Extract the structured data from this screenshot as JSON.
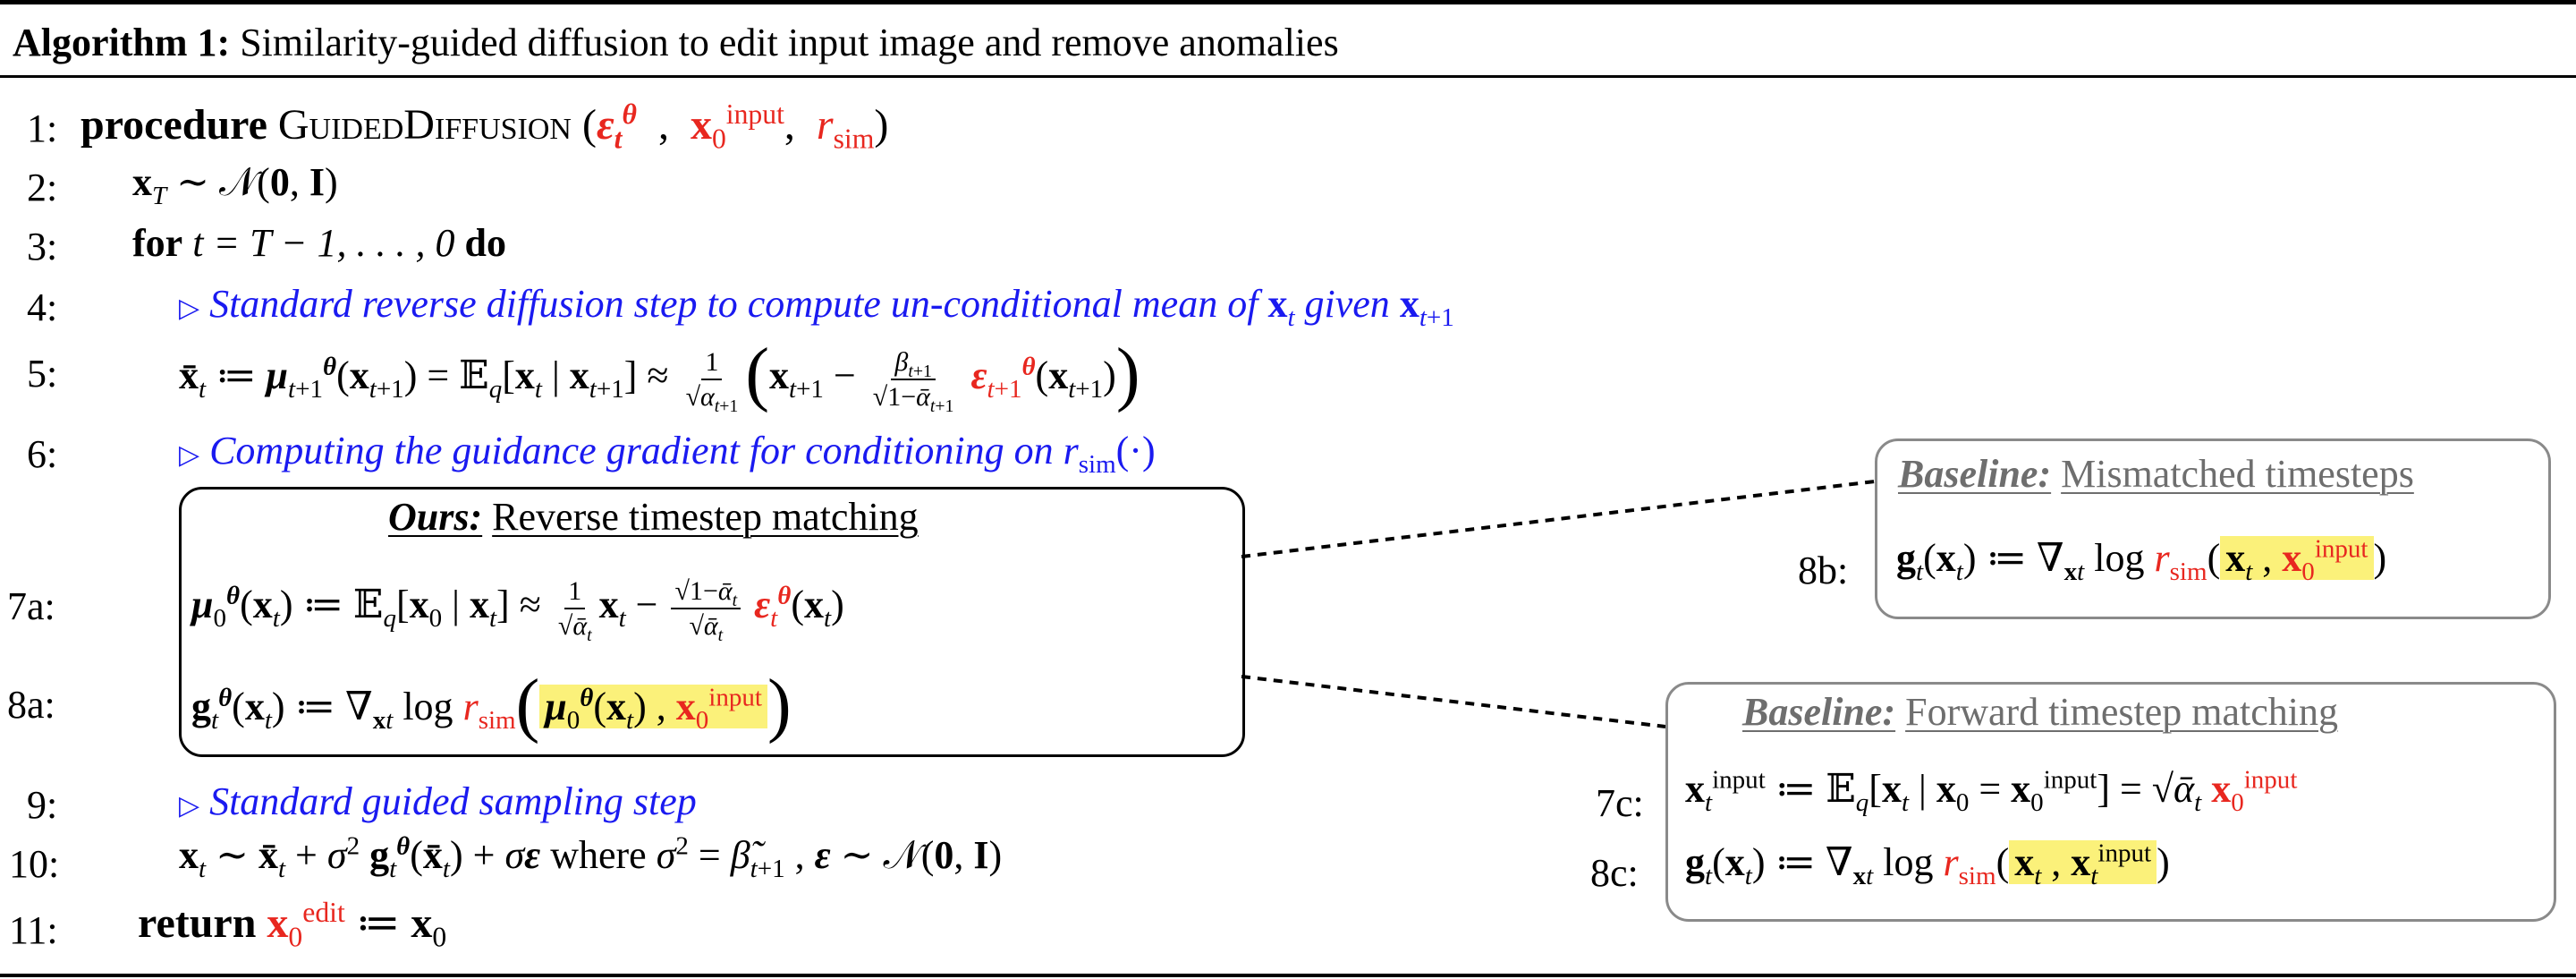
{
  "header": {
    "label": "Algorithm 1:",
    "title": "Similarity-guided diffusion to edit input image and remove anomalies"
  },
  "line_numbers": [
    "1:",
    "2:",
    "3:",
    "4:",
    "5:",
    "6:",
    "7a:",
    "8a:",
    "9:",
    "10:",
    "11:",
    "8b:",
    "7c:",
    "8c:"
  ],
  "lines": {
    "l1_keyword": "procedure",
    "l1_name": "GuidedDiffusion",
    "l3_for": "for",
    "l3_range": "t = T − 1, . . . , 0",
    "l3_do": "do",
    "l4_comment": "Standard reverse diffusion step to compute un-conditional mean of",
    "l4_given": "given",
    "l6_comment": "Computing the guidance gradient for conditioning on",
    "l9_comment": "Standard guided sampling step",
    "l10_where": "where",
    "l11_keyword": "return"
  },
  "boxes": {
    "ours": {
      "label": "Ours:",
      "title": "Reverse timestep matching"
    },
    "baseline_b": {
      "label": "Baseline:",
      "title": "Mismatched timesteps"
    },
    "baseline_c": {
      "label": "Baseline:",
      "title": "Forward timestep matching"
    }
  },
  "colors": {
    "accent_red": "#e8271f",
    "comment_blue": "#1a1af0",
    "highlight_yellow": "#fbf17a",
    "baseline_border": "#8a8a8a"
  }
}
